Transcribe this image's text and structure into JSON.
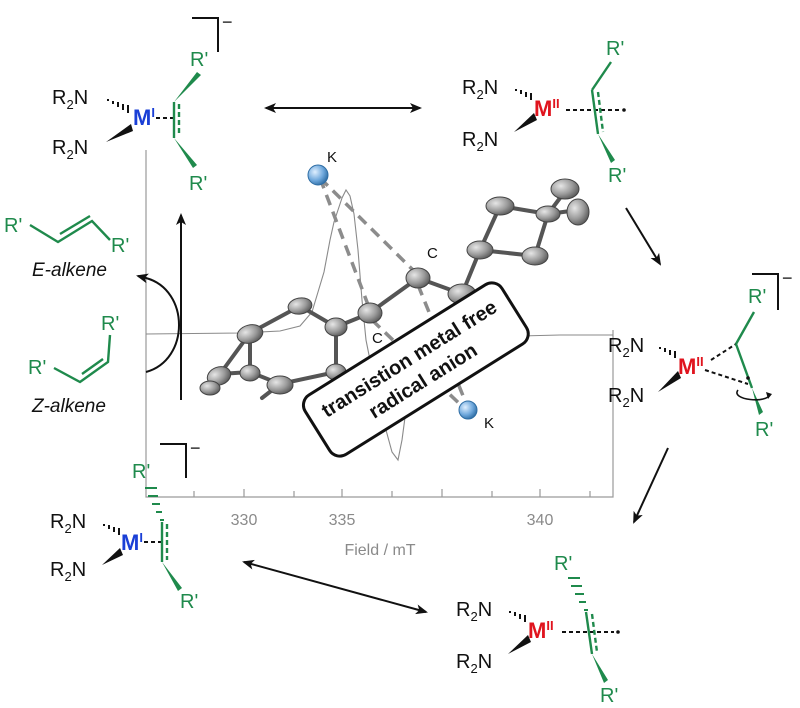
{
  "complexes": {
    "top_left": {
      "amide_top": "R",
      "amide_top_sub": "2",
      "amide_top_n": "N",
      "amide_bot": "R",
      "amide_bot_sub": "2",
      "amide_bot_n": "N",
      "metal": "M",
      "ox": "I",
      "sub_top": "R'",
      "sub_bot": "R'",
      "charge": "−"
    },
    "top_right": {
      "amide_top": "R",
      "amide_top_sub": "2",
      "amide_top_n": "N",
      "amide_bot": "R",
      "amide_bot_sub": "2",
      "amide_bot_n": "N",
      "metal": "M",
      "ox": "II",
      "sub_top": "R'",
      "sub_bot": "R'"
    },
    "mid_right": {
      "amide_top": "R",
      "amide_top_sub": "2",
      "amide_top_n": "N",
      "amide_bot": "R",
      "amide_bot_sub": "2",
      "amide_bot_n": "N",
      "metal": "M",
      "ox": "II",
      "sub_top": "R'",
      "sub_bot": "R'",
      "charge": "−"
    },
    "bottom_left": {
      "amide_top": "R",
      "amide_top_sub": "2",
      "amide_top_n": "N",
      "amide_bot": "R",
      "amide_bot_sub": "2",
      "amide_bot_n": "N",
      "metal": "M",
      "ox": "I",
      "sub_top": "R'",
      "sub_bot": "R'",
      "charge": "−"
    },
    "bottom_right": {
      "amide_top": "R",
      "amide_top_sub": "2",
      "amide_top_n": "N",
      "amide_bot": "R",
      "amide_bot_sub": "2",
      "amide_bot_n": "N",
      "metal": "M",
      "ox": "II",
      "sub_top": "R'",
      "sub_bot": "R'"
    }
  },
  "alkenes": {
    "e_label": "E-alkene",
    "z_label": "Z-alkene",
    "e_sub_left": "R'",
    "e_sub_right": "R'",
    "z_sub_left": "R'",
    "z_sub_top": "R'"
  },
  "spectrum": {
    "x_label": "Field / mT",
    "ticks": [
      "330",
      "335",
      "340"
    ]
  },
  "structure": {
    "k_top": "K",
    "k_bottom": "K",
    "c_top": "C",
    "c_bottom": "C"
  },
  "callout": {
    "line1": "transistion metal free",
    "line2": "radical anion"
  },
  "colors": {
    "green": "#1f8a4c",
    "red": "#e0141e",
    "blue": "#1a3fd6",
    "atom_gray": "#8c8c8c",
    "potassium": "#6fa8dc"
  }
}
